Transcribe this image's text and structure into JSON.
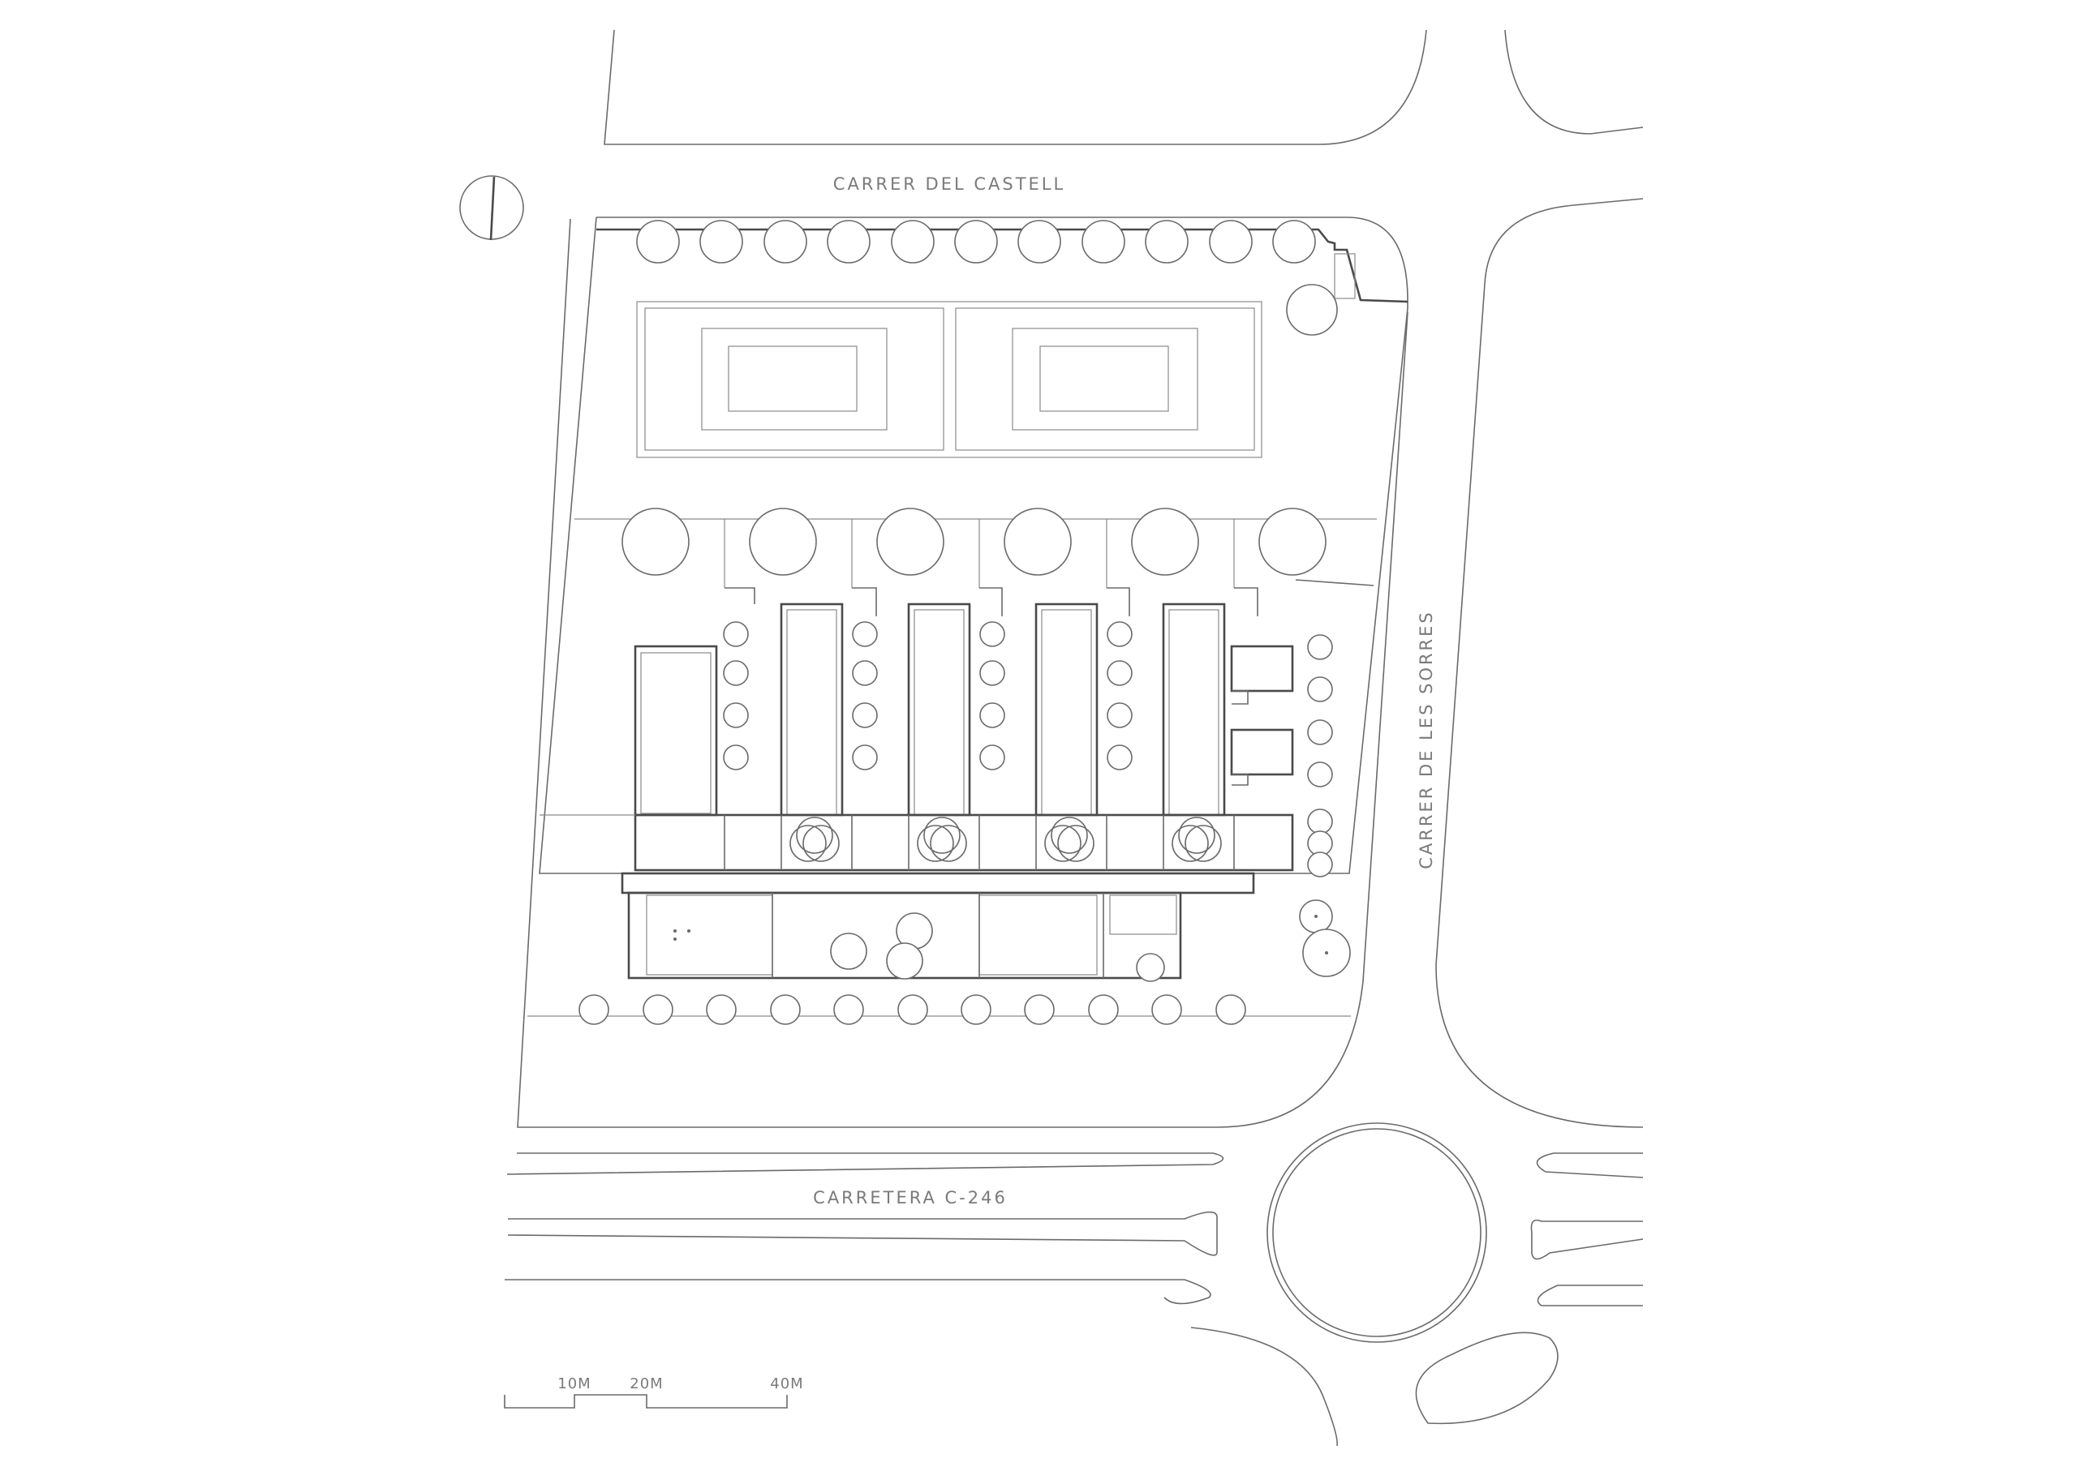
{
  "labels": {
    "street_north": "CARRER DEL CASTELL",
    "street_east": "CARRER DE LES SORRES",
    "road_south": "CARRETERA C-246"
  },
  "scale_bar": {
    "label_10": "10M",
    "label_20": "20M",
    "label_40": "40M"
  },
  "colors": {
    "line": "#6a6a6a",
    "text": "#7a7a7a",
    "background": "#ffffff"
  },
  "icons": {
    "north_arrow": "north-arrow-icon"
  }
}
